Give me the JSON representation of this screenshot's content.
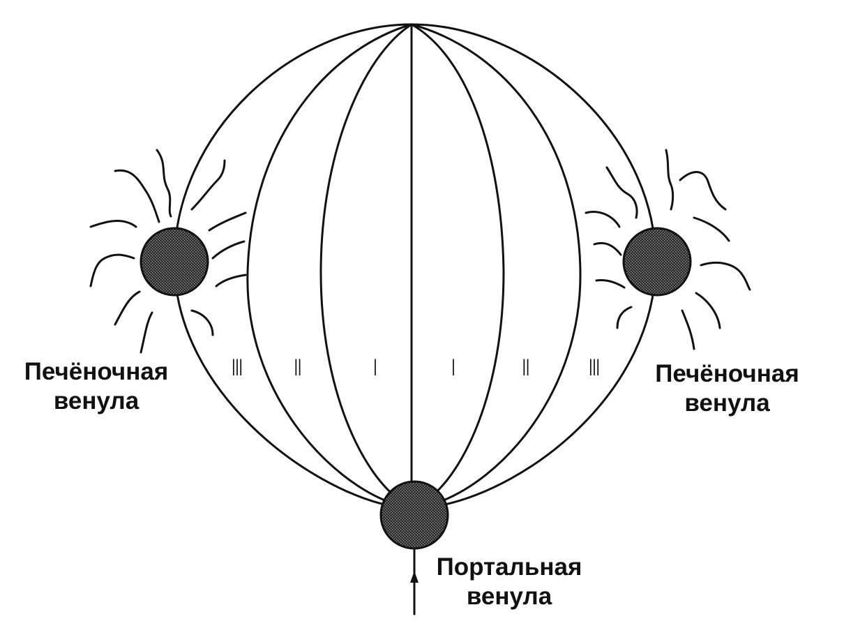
{
  "labels": {
    "hepatic_venule_left": [
      "Печёночная",
      "венула"
    ],
    "hepatic_venule_right": [
      "Печёночная",
      "венула"
    ],
    "portal_venule": [
      "Портальная",
      "венула"
    ]
  },
  "zones": {
    "left": [
      "III",
      "II",
      "I"
    ],
    "right": [
      "I",
      "II",
      "III"
    ]
  },
  "colors": {
    "line": "#111111",
    "vessel_fill": "#3a3a3a",
    "background": "#ffffff"
  }
}
